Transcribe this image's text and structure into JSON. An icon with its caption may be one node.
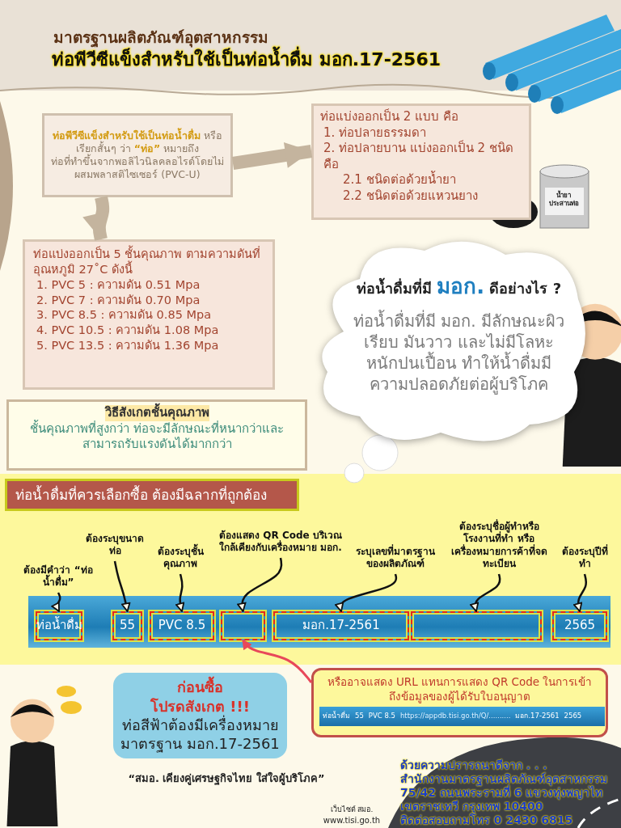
{
  "diagram": {
    "title": "ท่อพีวีซีแข็งสำหรับใช้เป็นท่อน้ำดื่ม มอก.17-2561",
    "nodes": [
      {
        "text": [
          "**ท่อพีวีซีแข็งสำหรับใช้เป็นท่อน้ำดื่ม** หรือเรียกสั้นๆ ว่า **“ท่อ”** หมายถึง",
          "ท่อที่ทำขึ้นจากพอลิไวนิลคลอไรด์โดยไม่ผสมพลาสติไซเซอร์ (PVC-U)"
        ]
      },
      {
        "text": [
          "ท่อแบ่งออกเป็น 2 แบบ คือ",
          "1. ท่อปลายธรรมดา",
          "2. ท่อปลายบาน แบ่งออกเป็น 2 ชนิด คือ",
          "2.1 ชนิดต่อด้วยน้ำยา",
          "2.2 ชนิดต่อด้วยแหวนยาง"
        ]
      },
      {
        "text": [
          "ท่อแบ่งออกเป็น 5 ชั้นคุณภาพ ตามความดันที่อุณหภูมิ 27˚C ดังนี้",
          "1. PVC 5 : ความดัน 0.51 Mpa",
          "2. PVC 7 : ความดัน 0.70 Mpa",
          "3. PVC 8.5 : ความดัน 0.85 Mpa",
          "4. PVC 10.5 : ความดัน 1.08 Mpa",
          "5. PVC 13.5 : ความดัน 1.36 Mpa"
        ]
      },
      {
        "text": [
          "วิธีสังเกตชั้นคุณภาพ",
          "ชั้นคุณภาพที่สูงกว่า ท่อจะมีลักษณะที่หนากว่าและสามารถรับแรงดันได้มากกว่า"
        ]
      },
      {
        "text": [
          "ท่อน้ำดื่มที่มี **มอก.** ดีอย่างไร ?",
          "ท่อน้ำดื่มที่มี มอก. มีลักษณะผิวเรียบ มันวาว และไม่มีโลหะหนักปนเปื้อน ทำให้น้ำดื่มมีความปลอดภัยต่อผู้บริโภค"
        ]
      },
      {
        "text": [
          "ท่อน้ำดื่มที่ควรเลือกซื้อ ต้องมีฉลากที่ถูกต้อง"
        ]
      },
      {
        "text": [
          "ต้องมีคำว่า “ท่อน้ำดื่ม”"
        ]
      },
      {
        "text": [
          "ต้องระบุขนาดท่อ"
        ]
      },
      {
        "text": [
          "ต้องระบุชั้นคุณภาพ"
        ]
      },
      {
        "text": [
          "ต้องแสดง QR Code บริเวณใกล้เคียงกับเครื่องหมาย มอก."
        ]
      },
      {
        "text": [
          "ระบุเลขที่มาตรฐานของผลิตภัณฑ์"
        ]
      },
      {
        "text": [
          "ต้องระบุชื่อผู้ทำหรือโรงงานที่ทำ หรือเครื่องหมายการค้าที่จดทะเบียน"
        ]
      },
      {
        "text": [
          "ต้องระบุปีที่ทำ"
        ]
      },
      {
        "text": [],
        "shape": "bar"
      },
      {
        "text": [
          "ท่อน้ำดื่ม"
        ],
        "in": 13
      },
      {
        "text": [
          "55"
        ],
        "in": 13
      },
      {
        "text": [
          "PVC 8.5"
        ],
        "in": 13
      },
      {
        "text": [],
        "shape": "box",
        "in": 13
      },
      {
        "text": [
          "มอก.17-2561"
        ],
        "in": 13
      },
      {
        "text": [],
        "shape": "box",
        "in": 13
      },
      {
        "text": [
          "2565"
        ],
        "in": 13
      },
      {
        "text": [
          "หรืออาจแสดง URL แทนการแสดง QR Code ในการเข้าถึงข้อมูลของผู้ได้รับใบอนุญาต"
        ]
      },
      {
        "text": [
          "ท่อน้ำดื่ม",
          "55",
          "PVC 8.5",
          "https://appdb.tisi.go.th/Q/..........",
          "มอก.17-2561",
          "2565"
        ],
        "in": 21
      },
      {
        "text": [
          "ก่อนซื้อ",
          "โปรดสังเกต !!!",
          "ท่อสีฟ้าต้องมีเครื่องหมายมาตรฐาน มอก.17-2561"
        ]
      }
    ],
    "edges": [
      {
        "from": 0,
        "to": 1,
        "arrow": "to",
        "style": "thick",
        "color": "#c4b49e"
      },
      {
        "from": 0,
        "to": 2,
        "arrow": "to",
        "style": "thick",
        "color": "#c4b49e"
      },
      {
        "from": 6,
        "to": 14,
        "arrow": "to"
      },
      {
        "from": 7,
        "to": 15,
        "arrow": "to"
      },
      {
        "from": 8,
        "to": 16,
        "arrow": "to"
      },
      {
        "from": 9,
        "to": 17,
        "arrow": "to"
      },
      {
        "from": 10,
        "to": 18,
        "arrow": "to"
      },
      {
        "from": 11,
        "to": 19,
        "arrow": "to"
      },
      {
        "from": 12,
        "to": 20,
        "arrow": "to"
      },
      {
        "from": 21,
        "to": 17,
        "arrow": "to",
        "color": "#e8485a"
      }
    ],
    "labels": [
      "มาตรฐานผลิตภัณฑ์อุตสาหกรรม",
      "น้ำยาประสานท่อ",
      "“สมอ. เคียงคู่เศรษฐกิจไทย ใส่ใจผู้บริโภค”",
      "เว็บไซต์ สมอ.",
      "www.tisi.go.th",
      "ด้วยความปรารถนาดีจาก . . .",
      "สำนักงานมาตรฐานผลิตภัณฑ์อุตสาหกรรม",
      "75/42 ถนนพระรามที่ 6 แขวงทุ่งพญาไท",
      "เขตราชเทวี กรุงเทพ 10400",
      "ติดต่อสอบถามโทร 0 2430 6815"
    ]
  }
}
